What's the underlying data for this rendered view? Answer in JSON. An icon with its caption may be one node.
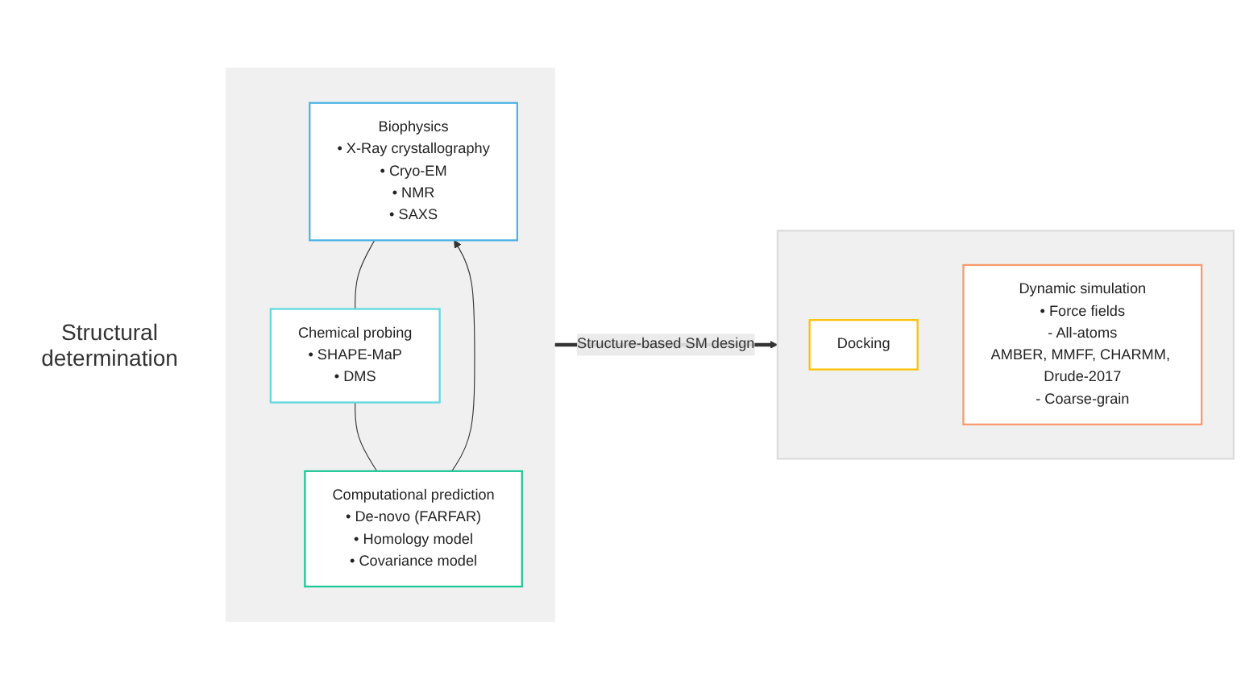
{
  "diagram": {
    "nodes": [
      {
        "text": [],
        "shape": "box"
      },
      {
        "text": [
          "Biophysics",
          "• X-Ray crystallography",
          "• Cryo-EM",
          "• NMR",
          "• SAXS"
        ],
        "in": 0
      },
      {
        "text": [
          "Chemical probing",
          "• SHAPE-MaP",
          "• DMS"
        ],
        "in": 0
      },
      {
        "text": [
          "Computational prediction",
          "• De-novo (FARFAR)",
          "• Homology model",
          "• Covariance model"
        ],
        "in": 0
      },
      {
        "text": [],
        "shape": "box"
      },
      {
        "text": [
          "Docking"
        ],
        "in": 4
      },
      {
        "text": [
          "Dynamic simulation",
          "• Force fields",
          "- All-atoms",
          "AMBER, MMFF, CHARMM, Drude-2017",
          "- Coarse-grain"
        ],
        "in": 4
      }
    ],
    "edges": [
      {
        "from": 1,
        "to": 2,
        "arrow": "none"
      },
      {
        "from": 2,
        "to": 3,
        "arrow": "none"
      },
      {
        "from": 3,
        "to": 1,
        "arrow": "to"
      },
      {
        "from": 0,
        "to": 4,
        "arrow": "to",
        "label": "Structure-based SM design",
        "style": "thick"
      }
    ],
    "labels": [
      "Structural determination"
    ]
  }
}
